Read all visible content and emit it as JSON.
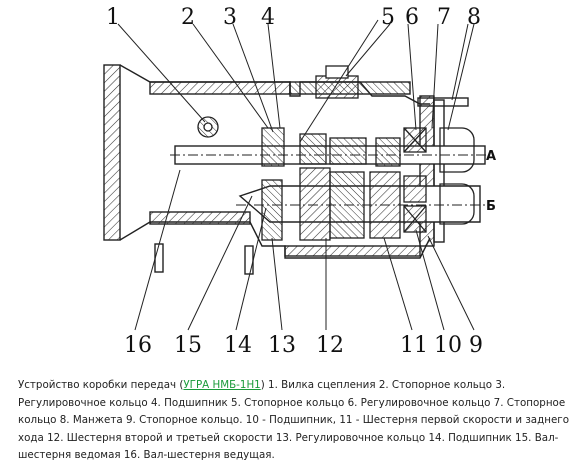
{
  "diagram": {
    "callouts_top": [
      "1",
      "2",
      "3",
      "4",
      "5",
      "6",
      "7",
      "8"
    ],
    "callouts_bottom": [
      "16",
      "15",
      "14",
      "13",
      "12",
      "11",
      "10",
      "9"
    ],
    "side_letters": [
      "А",
      "Б"
    ]
  },
  "caption": {
    "prefix": "Устройство коробки передач (",
    "link_text": "УГРА НМБ-1Н1",
    "suffix": ") 1. Вилка сцепления 2. Стопорное кольцо 3. Регулировочное кольцо 4. Подшипник 5. Стопорное кольцо 6. Регулировочное кольцо 7. Стопорное кольцо 8. Манжета 9. Стопорное кольцо. 10 - Подшипник, 11 - Шестерня первой скорости и заднего хода 12. Шестерня второй и третьей скорости 13. Регулировочное кольцо 14. Подшипник 15. Вал-шестерня ведомая 16. Вал-шестерня ведущая."
  }
}
